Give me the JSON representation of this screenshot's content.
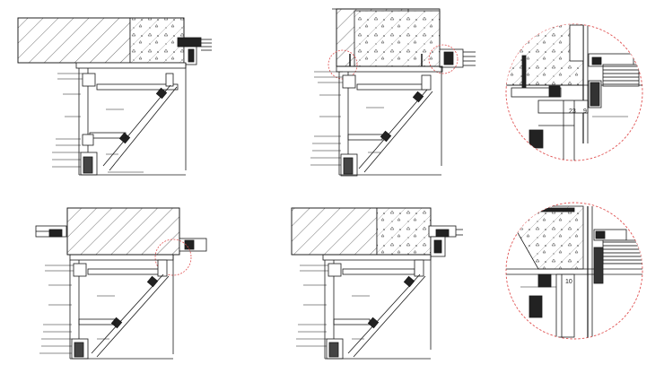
{
  "drawing": {
    "line_color": "#1a1a1a",
    "detail_circle_color": "#e05050",
    "hatch_color": "#333333"
  },
  "detail_top": {
    "dimension_left": "23",
    "dimension_right": "9"
  },
  "detail_bottom": {
    "dimension": "10"
  }
}
